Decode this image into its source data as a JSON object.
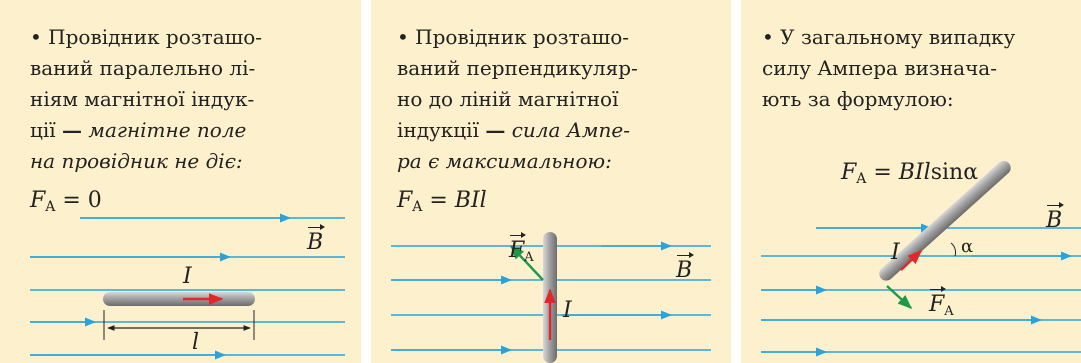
{
  "panels": [
    {
      "lines": [
        "• Провідник розташо-",
        "ваний паралельно лі-",
        "ніям магнітної індук-"
      ],
      "line4_normal": "ції",
      "line4_dash": "—",
      "line4_italic": "магнітне поле",
      "line5_italic": "на провідник не діє:",
      "formula": {
        "F": "F",
        "sub": "A",
        "rest": " = 0"
      },
      "labels": {
        "B": "B",
        "I": "I",
        "l": "l"
      }
    },
    {
      "lines": [
        "• Провідник розташо-",
        "ваний перпендикуляр-",
        "но до ліній магнітної"
      ],
      "line4_normal": "індукції",
      "line4_dash": "—",
      "line4_italic": "сила Ампе-",
      "line5_italic": "ра є максимальною:",
      "formula": {
        "F": "F",
        "sub": "A",
        "rest": " = BIl"
      },
      "labels": {
        "F": "F",
        "Fsub": "A",
        "B": "B",
        "I": "I"
      }
    },
    {
      "lines": [
        "• У загальному випадку",
        "силу Ампера визнача-",
        "ють за формулою:"
      ],
      "formula": {
        "F": "F",
        "sub": "A",
        "rest": " = BIl",
        "sin": "sin",
        "alpha": "α"
      },
      "labels": {
        "B": "B",
        "I": "I",
        "alpha": "α",
        "F": "F",
        "Fsub": "A"
      }
    }
  ],
  "colors": {
    "panel_bg": "#fdf0cc",
    "field_line": "#2aa3dc",
    "current_arrow": "#e2262a",
    "force_arrow": "#1c9a4a",
    "conductor": "#9a9a9a"
  }
}
